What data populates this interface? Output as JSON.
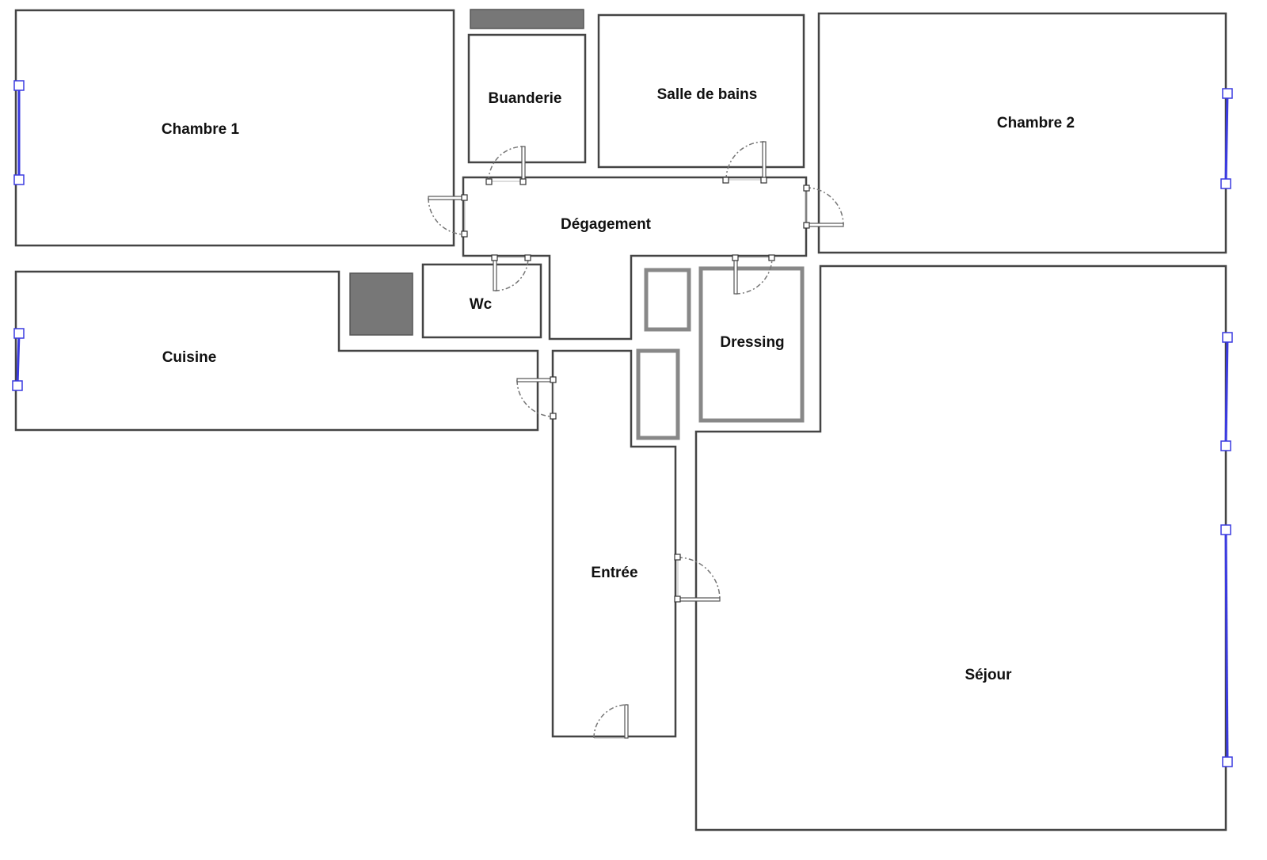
{
  "rooms": {
    "chambre1": "Chambre 1",
    "buanderie": "Buanderie",
    "salle_de_bains": "Salle de bains",
    "chambre2": "Chambre 2",
    "degagement": "Dégagement",
    "wc": "Wc",
    "cuisine": "Cuisine",
    "dressing": "Dressing",
    "entree": "Entrée",
    "sejour": "Séjour"
  },
  "colors": {
    "wall": "#444444",
    "window": "#3a3ae0",
    "fixture": "#777777"
  }
}
